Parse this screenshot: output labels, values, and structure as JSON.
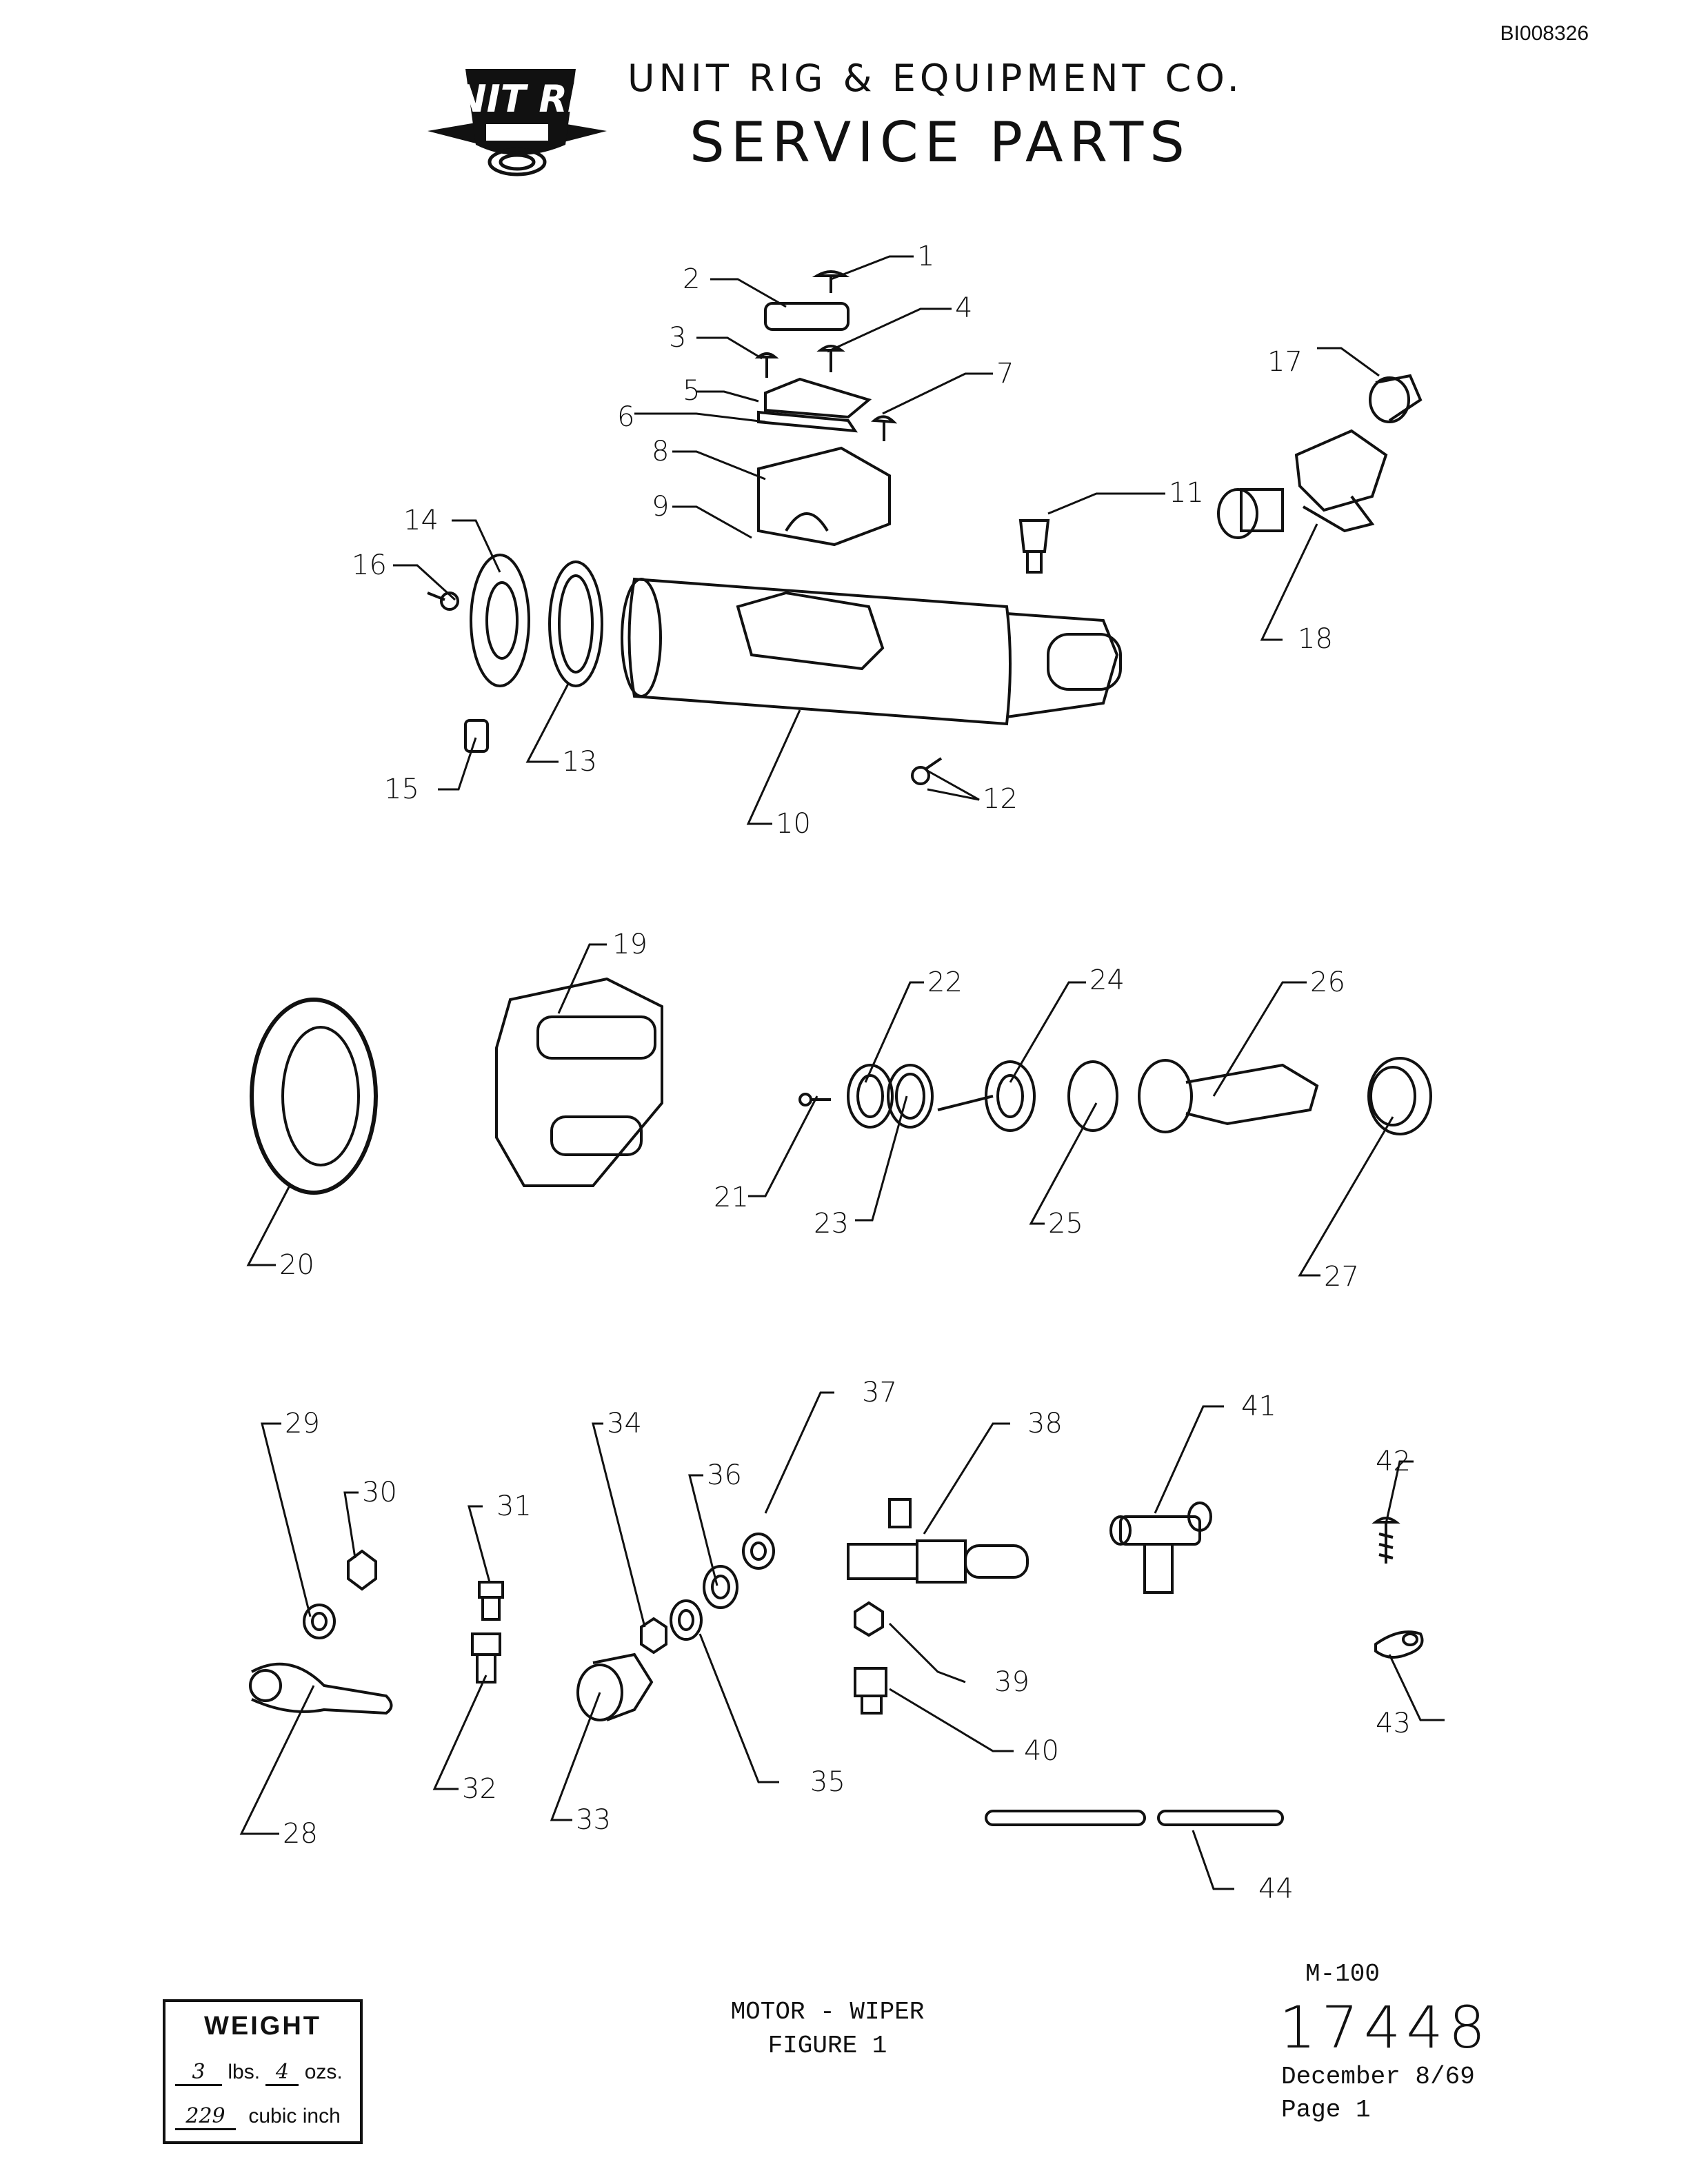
{
  "document_id": "BI008326",
  "header": {
    "logo_text": "UNIT RIG",
    "company_name": "UNIT RIG & EQUIPMENT CO.",
    "title": "SERVICE PARTS"
  },
  "callouts": [
    "1",
    "2",
    "3",
    "4",
    "5",
    "6",
    "7",
    "8",
    "9",
    "10",
    "11",
    "12",
    "13",
    "14",
    "15",
    "16",
    "17",
    "18",
    "19",
    "20",
    "21",
    "22",
    "23",
    "24",
    "25",
    "26",
    "27",
    "28",
    "29",
    "30",
    "31",
    "32",
    "33",
    "34",
    "35",
    "36",
    "37",
    "38",
    "39",
    "40",
    "41",
    "42",
    "43",
    "44"
  ],
  "weight": {
    "label": "WEIGHT",
    "lbs_value": "3",
    "lbs_unit": "lbs.",
    "ozs_value": "4",
    "ozs_unit": "ozs.",
    "volume_value": "229",
    "volume_unit": "cubic inch"
  },
  "caption": {
    "line1": "MOTOR - WIPER",
    "line2": "FIGURE 1"
  },
  "page_info": {
    "model": "M-100",
    "part_number": "17448",
    "date": "December 8/69",
    "page": "Page 1"
  }
}
